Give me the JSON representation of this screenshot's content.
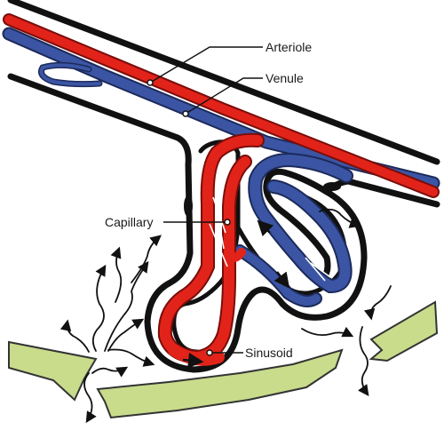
{
  "colors": {
    "artery": "#e2231a",
    "vein": "#3b55a4",
    "wall": "#111111",
    "tissue_fill": "#c8dc8c",
    "tissue_stroke": "#333333",
    "background": "#ffffff"
  },
  "labels": {
    "arteriole": "Arteriole",
    "venule": "Venule",
    "capillary": "Capillary",
    "sinusoid": "Sinusoid"
  },
  "icons": {
    "arrow": "arrow-icon"
  }
}
